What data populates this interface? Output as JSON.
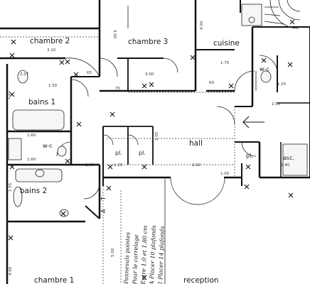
{
  "rooms": {
    "chambre2": "chambre 2",
    "chambre3": "chambre 3",
    "cuisine": "cuisine",
    "bains1": "bains 1",
    "wc_left": "w-c",
    "wc_right": "w-c",
    "hall": "hall",
    "pl1": "pl.",
    "pl2": "pl.",
    "pl3": "pl.",
    "asc": "asc.",
    "bains2": "bains 2",
    "chambre1": "chambre 1",
    "reception": "reception"
  },
  "dimensions": {
    "d_3_10": "3.10",
    "d_4_00_a": "4.00",
    "d_4_00_b": "4.00",
    "d_2_17": "2.17",
    "d_3_00": "3.00",
    "d_1_75": "1.75",
    "d_2_22": "2.22",
    "d_1_25": "1.25",
    "d_2_50": "2.50",
    "d_1_60_a": "1.60",
    "d_1_60_b": "1.60",
    "d_1_00_a": "1.00",
    "d_2_05": "2.05",
    "d_2_92": "2.92",
    "d_1_40": "1.40",
    "d_1_00_b": "1.00",
    "d_1_55": "1.55",
    "d_5_00": "5.00",
    "d_4_00_c": "4.00",
    "d_1_50": "1.50",
    "d_1_20": "1.20",
    "d_65": "65",
    "d_70": "70",
    "d_60": "60"
  },
  "annotations": {
    "handwritten": [
      "Pannesuls pointes",
      "Pour le carrelage",
      "Entre 1,0 et 1,80 cm",
      "A Placer 10 plafonds",
      "2 Placer 14 plafonds"
    ],
    "letter_t": "T",
    "letter_a": "A"
  }
}
